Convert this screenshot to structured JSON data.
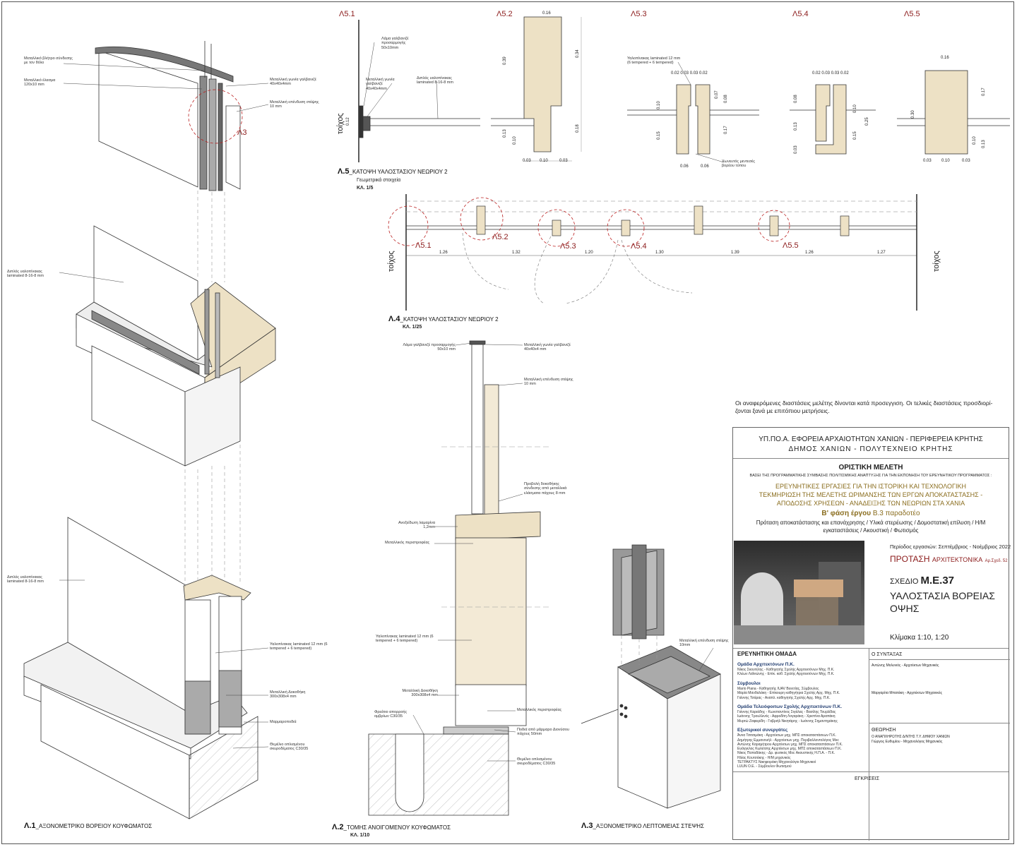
{
  "labels": {
    "l5_1": "Λ5.1",
    "l5_2": "Λ5.2",
    "l5_3": "Λ5.3",
    "l5_4": "Λ5.4",
    "l5_5": "Λ5.5",
    "l3": "Λ3",
    "wall": "τοίχος"
  },
  "l1": {
    "title": "Λ.1",
    "title_rest": "_ΑΞΟΝΟΜΕΤΡΙΚΟ ΒΟΡΕΙΟΥ ΚΟΥΦΩΜΑΤΟΣ",
    "a1": "Μεταλλικό βλήτρο σύνδεσης με τον θόλο",
    "a2": "Μεταλλικό έλασμα 120x10 mm",
    "a3": "Μεταλλική γωνία γαλβανιζέ 40x40x4mm",
    "a4": "Μεταλλική επένδυση στέψης 10 mm",
    "a5": "Διπλός υαλοπίνακας laminated 8-16-8 mm",
    "a6": "Διπλός υαλοπίνακας laminated 8-16-8 mm",
    "a7": "Υαλοπίνακας laminated 12 mm (6 tempered + 6 tempered)",
    "a8": "Μεταλλική Δοκοθήκη 300x308x4 mm",
    "a9": "Μαρμαροποδιά",
    "a10": "Θεμέλιο οπλισμένου σκυροδέματος C30/35"
  },
  "l5": {
    "title": "Λ.5",
    "title_rest": "_ΚΑΤΟΨΗ ΥΑΛΟΣΤΑΣΙΟΥ ΝΕΩΡΙΟΥ 2",
    "sub": "Γεωμετρικά στοιχεία",
    "scale": "ΚΛ. 1/5",
    "a1": "Λάμα γαλβανιζέ προσαρμογής 50x10mm",
    "a2": "Μεταλλική γωνία γαλβανιζέ 40x40x4mm",
    "a3": "Διπλός υαλοπίνακας laminated 8-16-8 mm",
    "a4": "Υαλοπίνακας laminated 12 mm (6 tempered + 6 tempered)",
    "a5": "Χωνευτός μεντεσές βορέου τύπου",
    "d012": "0.12",
    "d016a": "0.16",
    "d039": "0.39",
    "d034": "0.34",
    "d018": "0.18",
    "d013a": "0.13",
    "d010a": "0.10",
    "d003a": "0.03",
    "d010b": "0.10",
    "d003b": "0.03",
    "d_s3top": "0.02 0.03 0.03 0.02",
    "d_s4top": "0.02 0.03 0.03 0.02",
    "d010c": "0.10",
    "d015a": "0.15",
    "d007": "0.07",
    "d008": "0.08",
    "d017a": "0.17",
    "d006a": "0.06",
    "d006b": "0.06",
    "d008b": "0.08",
    "d013b": "0.13",
    "d003c": "0.03",
    "d010d": "0.10",
    "d025": "0.25",
    "d015b": "0.15",
    "d016b": "0.16",
    "d030": "0.30",
    "d017b": "0.17",
    "d010e": "0.10",
    "d013c": "0.13",
    "d003d": "0.03",
    "d010f": "0.10",
    "d003e": "0.03"
  },
  "l4": {
    "title": "Λ.4",
    "title_rest": "_ΚΑΤΟΨΗ ΥΑΛΟΣΤΑΣΙΟΥ ΝΕΩΡΙΟΥ 2",
    "scale": "ΚΛ. 1/25",
    "dims": [
      "1.26",
      "1.32",
      "1.20",
      "1.30",
      "1.39",
      "1.26",
      "1.27"
    ]
  },
  "l2": {
    "title": "Λ.2",
    "title_rest": "_ΤΟΜΗΣ ΑΝΟΙΓΟΜΕΝΟΥ ΚΟΥΦΩΜΑΤΟΣ",
    "scale": "ΚΛ. 1/10",
    "a1": "Λάμα γαλβανιζέ προσαρμογής 50x10 mm",
    "a2": "Μεταλλική γωνία γαλβανιζέ 40x40x4 mm",
    "a3": "Μεταλλική επένδυση στέψης 10 mm",
    "a4": "Προβολή δοκοθήκης σύνδεσης από μεταλλικά ελάσματα πάχους 8 mm",
    "a5": "Ανοξείδωτη λαμαρίνα 1,2mm",
    "a6": "Μεταλλικός περιστροφέας",
    "a7": "Υαλοπίνακας laminated 12 mm (6 tempered + 6 tempered)",
    "a8": "Μεταλλική Δοκοθήκη 300x308x4 mm",
    "a9": "Μεταλλικός περιστροφέας",
    "a10": "Φρεάτιο απορροής ομβρίων C30/35",
    "a11": "Ποδιά από μάρμαρο Διονύσου πάχους 50mm",
    "a12": "Θεμέλιο οπλισμένου σκυροδέματος C30/35"
  },
  "l3": {
    "title": "Λ.3",
    "title_rest": "_ΑΞΟΝΟΜΕΤΡΙΚΟ ΛΕΠΤΟΜΕΙΑΣ ΣΤΕΨΗΣ",
    "a1": "Μεταλλική επένδυση στέψης 10mm"
  },
  "note": "Οι αναφερόμενες διαστάσεις μελέτης δίνονται κατά προσεγγιση. Οι τελικές διαστάσεις προσδιορί-ζονται ξανά με επιτόπιου μετρήσεις.",
  "titleblock": {
    "org1": "ΥΠ.ΠΟ.Α. ΕΦΟΡΕΙΑ ΑΡΧΑΙΟΤΗΤΩΝ ΧΑΝΙΩΝ - ΠΕΡΙΦΕΡΕΙΑ ΚΡΗΤΗΣ",
    "org2": "ΔΗΜΟΣ ΧΑΝΙΩΝ - ΠΟΛΥΤΕΧΝΕΙΟ ΚΡΗΤΗΣ",
    "study": "ΟΡΙΣΤΙΚΗ ΜΕΛΕΤΗ",
    "basis": "ΒΑΣΕΙ ΤΗΣ ΠΡΟΓΡΑΜΜΑΤΙΚΗΣ ΣΥΜΒΑΣΗΣ ΠΟΛΙΤΙΣΜΙΚΗΣ ΑΝΑΠΤΥΞΗΣ ΓΙΑ ΤΗΝ ΕΚΠΟΝΗΣΗ ΤΟΥ ΕΡΕΥΝΗΤΙΚΟΥ ΠΡΟΓΡΑΜΜΑΤΟΣ :",
    "proj1": "ΕΡΕΥΝΗΤΙΚΕΣ ΕΡΓΑΣΙΕΣ ΓΙΑ ΤΗΝ ΙΣΤΟΡΙΚΗ ΚΑΙ ΤΕΧΝΟΛΟΓΙΚΗ",
    "proj2": "ΤΕΚΜΗΡΙΩΣΗ ΤΗΣ ΜΕΛΕΤΗΣ ΩΡΙΜΑΝΣΗΣ ΤΩΝ ΕΡΓΩΝ ΑΠΟΚΑΤΑΣΤΑΣΗΣ -",
    "proj3": "ΑΠΟΔΟΣΗΣ ΧΡΗΣΕΩΝ - ΑΝΑΔΕΙΞΗΣ ΤΩΝ ΝΕΩΡΙΩΝ ΣΤΑ ΧΑΝΙΑ",
    "phase": "Β' φάση έργου",
    "phase2": "Β.3 παραδοτέο",
    "scope1": "Πρόταση αποκατάστασης και επανάχρησης / Υλικά στερέωσης / Δομοστατική επίλυση / Η/Μ",
    "scope2": "εγκαταστάσεις / Ακουστική / Φωτισμός",
    "period": "Περίοδος εργασιών: Σεπτέμβριος - Νοέμβριος 2022",
    "proposal": "ΠΡΟΤΑΣΗ",
    "arch": "ΑΡΧΙΤΕΚΤΟΝΙΚΑ",
    "arno": "Αρ.Σχεδ. 52",
    "sheet_lbl": "ΣΧΕΔΙΟ",
    "sheet_no": "Μ.Ε.37",
    "sheet_t1": "ΥΑΛΟΣΤΑΣΙΑ ΒΟΡΕΙΑΣ",
    "sheet_t2": "ΟΨΗΣ",
    "scale": "Κλίμακα 1:10, 1:20",
    "team": "ΕΡΕΥΝΗΤΙΚΗ ΟΜΑΔΑ",
    "author": "Ο ΣΥΝΤΑΞΑΣ",
    "g1": "Ομάδα Αρχιτεκτόνων Π.Κ.",
    "g1a": "Νίκος Σκουτέλης - Καθηγητής Σχολής Αρχιτεκτόνων Μηχ. Π.Κ.",
    "g1b": "Κλέων Λαΐνιώνης - Επίκ. καθ. Σχολής Αρχιτεκτόνων Μηχ. Π.Κ.",
    "g2": "Σύμβουλοι",
    "g2a": "Mario Piana - Καθηγητής IUAV Βενετίας, Σύμβουλος",
    "g2b": "Μαρία Μανδαλάκη - Επίκουρη καθηγήτρια Σχολής Αρχ. Μηχ. Π.Κ.",
    "g2c": "Γιάννης Τσάρας - Αναπλ. καθηγητής Σχολής Αρχ. Μηχ. Π.Κ.",
    "g3": "Ομάδα Τελειόφοιτων Σχολής Αρχιτεκτόνων Π.Κ.",
    "g3a": "Γιάννης Καριάδης - Κωνσταντίνος Σιγάλας - Βασίλης Τουρλίδας",
    "g3b": "Ιωάννης Τρουλλινός - Αφροδίτη Λογαράκη - Χριστίνα Αραπάκη",
    "g3c": "Μυρτώ Ζαφειρίδη - Γαβριήλ Νικητάρης - Ιωάννης Σημαντηράκης",
    "g4": "Εξωτερικοί συνεργάτες",
    "g4a": "Άννα Τσιτσιμάκη - Αρχιτέκτων μηχ. ΜΠΣ αποκαταστάσεων Π.Κ.",
    "g4b": "Δημήτρης Εμμανουήλ - Αρχιτέκτων μηχ. Περιβαλλοντολόγος Msc",
    "g4c": "Αντώνης Καραμήτρου Αρχιτέκτων μηχ. ΜΠΣ αποκαταστάσεων Π.Κ.",
    "g4d": "Ευάγγελος Κωλέτσης Αρχιτέκτων μηχ. ΜΠΣ αποκαταστάσεων Π.Κ.",
    "g4e": "Νίκος Παπαδάκης - Δρ. φυσικός Msc Ακουστικής Η.Π.Α. - Π.Κ.",
    "g4f": "Ηλίας Κουτσάκης - Η/Μ μηχανικός",
    "g4g": "ΤΕΤΡΑΚΤΥΣ Νικηφοράκη Μηχανολόγοι Μηχανικοί",
    "g4h": "LUUN O.E. - Σύμβουλοι Φωτισμού",
    "auth1": "Αντώνης Μολυνιός - Αρχιτέκτων Μηχανικός",
    "auth2": "Μαργαρίτα Μπατάκη - Αρχιτέκτων Μηχανικός",
    "review": "ΘΕΩΡΗΣΗ",
    "review1": "Ο ΑΝΑΠΛΗΡΩΤΗΣ Δ/ΝΤΗΣ Τ.Υ. ΔΗΜΟΥ ΧΑΝΙΩΝ",
    "review2": "Γιώργος Ευθυμίου - Μηχανολόγος Μηχανικός",
    "approvals": "ΕΓΚΡΙΣΕΙΣ"
  }
}
